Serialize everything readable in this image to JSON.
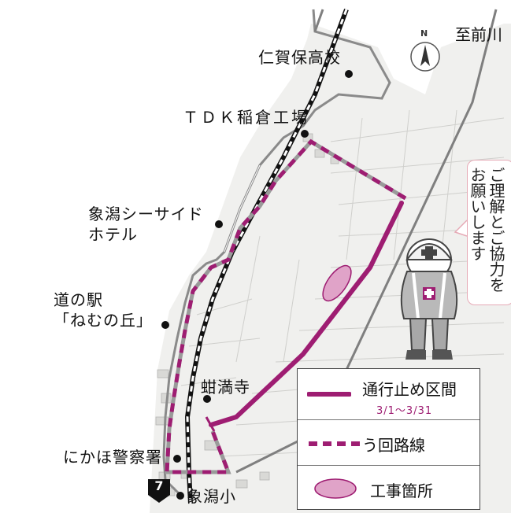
{
  "places": {
    "nikaho_hs": "仁賀保高校",
    "tdk": "ＴＤＫ稲倉工場",
    "seaside_hotel": "象潟シーサイド\nホテル",
    "michi_no_eki": "道の駅\n「ねむの丘」",
    "kanmanji": "蚶満寺",
    "police": "にかほ警察署",
    "kisakata_es": "象潟小"
  },
  "direction_label": "至前川",
  "compass_letter": "N",
  "route_number": "7",
  "speech_bubble": "ご理解とご協力を\nお願いします",
  "legend": {
    "closed_label": "通行止め区間",
    "closed_period": "3/1～3/31",
    "detour_label": "う回路線",
    "construction_label": "工事箇所"
  },
  "colors": {
    "closed_route": "#9e1d72",
    "detour_route": "#9e1d72",
    "construction_area": "#e0a3c8",
    "railway": "#111111",
    "coast": "#8a8a8a"
  }
}
